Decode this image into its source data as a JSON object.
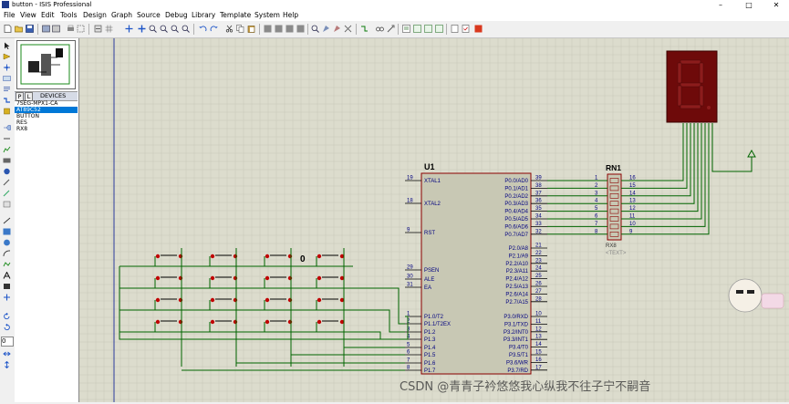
{
  "titlebar": {
    "title": "button - ISIS Professional",
    "minimize": "–",
    "maximize": "□",
    "close": "✕"
  },
  "menu": [
    "File",
    "View",
    "Edit",
    "Tools",
    "Design",
    "Graph",
    "Source",
    "Debug",
    "Library",
    "Template",
    "System",
    "Help"
  ],
  "device_panel": {
    "tab_p": "P",
    "tab_l": "L",
    "header": "DEVICES",
    "items": [
      "7SEG-MPX1-CA",
      "AT89C52",
      "BUTTON",
      "RES",
      "RX8"
    ],
    "selected_index": 1
  },
  "left_field_value": "0",
  "schematic": {
    "u1": {
      "ref": "U1",
      "left_pins": [
        {
          "num": "19",
          "name": "XTAL1"
        },
        {
          "num": "18",
          "name": "XTAL2"
        },
        {
          "num": "9",
          "name": "RST"
        },
        {
          "num": "29",
          "name": "PSEN"
        },
        {
          "num": "30",
          "name": "ALE"
        },
        {
          "num": "31",
          "name": "EA"
        },
        {
          "num": "1",
          "name": "P1.0/T2"
        },
        {
          "num": "2",
          "name": "P1.1/T2EX"
        },
        {
          "num": "3",
          "name": "P1.2"
        },
        {
          "num": "4",
          "name": "P1.3"
        },
        {
          "num": "5",
          "name": "P1.4"
        },
        {
          "num": "6",
          "name": "P1.5"
        },
        {
          "num": "7",
          "name": "P1.6"
        },
        {
          "num": "8",
          "name": "P1.7"
        }
      ],
      "right_pins": [
        {
          "num": "39",
          "name": "P0.0/AD0"
        },
        {
          "num": "38",
          "name": "P0.1/AD1"
        },
        {
          "num": "37",
          "name": "P0.2/AD2"
        },
        {
          "num": "36",
          "name": "P0.3/AD3"
        },
        {
          "num": "35",
          "name": "P0.4/AD4"
        },
        {
          "num": "34",
          "name": "P0.5/AD5"
        },
        {
          "num": "33",
          "name": "P0.6/AD6"
        },
        {
          "num": "32",
          "name": "P0.7/AD7"
        },
        {
          "num": "21",
          "name": "P2.0/A8"
        },
        {
          "num": "22",
          "name": "P2.1/A9"
        },
        {
          "num": "23",
          "name": "P2.2/A10"
        },
        {
          "num": "24",
          "name": "P2.3/A11"
        },
        {
          "num": "25",
          "name": "P2.4/A12"
        },
        {
          "num": "26",
          "name": "P2.5/A13"
        },
        {
          "num": "27",
          "name": "P2.6/A14"
        },
        {
          "num": "28",
          "name": "P2.7/A15"
        },
        {
          "num": "10",
          "name": "P3.0/RXD"
        },
        {
          "num": "11",
          "name": "P3.1/TXD"
        },
        {
          "num": "12",
          "name": "P3.2/INT0"
        },
        {
          "num": "13",
          "name": "P3.3/INT1"
        },
        {
          "num": "14",
          "name": "P3.4/T0"
        },
        {
          "num": "15",
          "name": "P3.5/T1"
        },
        {
          "num": "16",
          "name": "P3.6/WR"
        },
        {
          "num": "17",
          "name": "P3.7/RD"
        }
      ]
    },
    "rn1": {
      "ref": "RN1",
      "part": "RX8",
      "text": "<TEXT>",
      "left_nums": [
        "1",
        "2",
        "3",
        "4",
        "5",
        "6",
        "7",
        "8"
      ],
      "right_nums": [
        "16",
        "15",
        "14",
        "13",
        "12",
        "11",
        "10",
        "9"
      ]
    },
    "keypad_label": "0"
  },
  "watermark": "CSDN @青青子衿悠悠我心纵我不往子宁不嗣音",
  "colors": {
    "canvas_bg": "#dcdccd",
    "grid_line": "#c8c8b8",
    "wire": "#006400",
    "component_fill": "#c8c8b4",
    "component_outline": "#8b0000",
    "pin_text": "#000080",
    "button_dot": "#c00000",
    "seg_body": "#6e0a0a",
    "seg_segment": "#8c1c1c"
  }
}
